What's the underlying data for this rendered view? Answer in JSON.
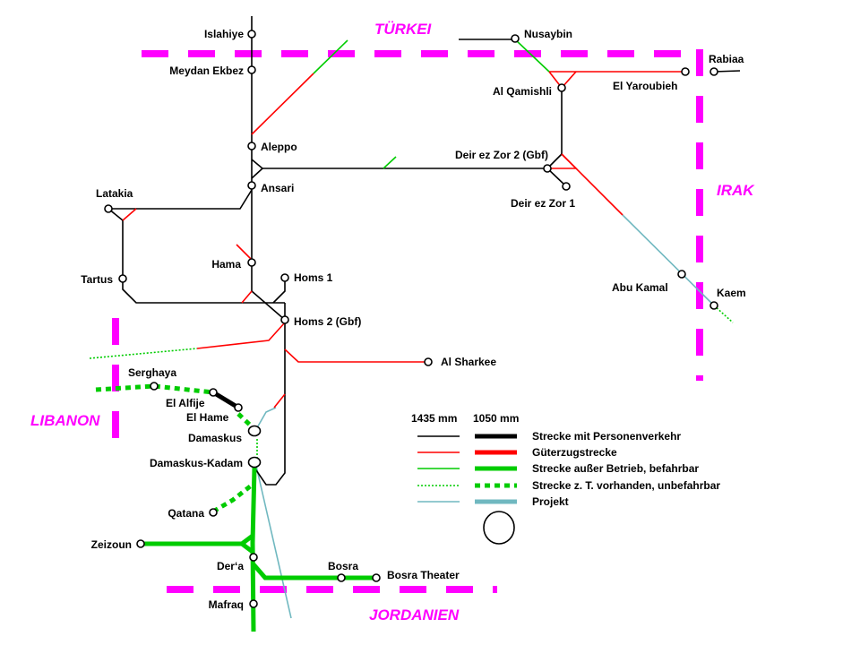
{
  "colors": {
    "border": "#ff00ff",
    "passenger": "#000000",
    "freight": "#ff0000",
    "out_of_service": "#00cc00",
    "project": "#70b8c0",
    "country_label": "#ff00ff"
  },
  "countries": {
    "turkey": "TÜRKEI",
    "iraq": "IRAK",
    "lebanon": "LIBANON",
    "jordan": "JORDANIEN"
  },
  "stations": {
    "islahiye": "Islahiye",
    "meydan_ekbez": "Meydan Ekbez",
    "aleppo": "Aleppo",
    "ansari": "Ansari",
    "latakia": "Latakia",
    "tartus": "Tartus",
    "hama": "Hama",
    "homs1": "Homs 1",
    "homs2": "Homs 2 (Gbf)",
    "al_sharkee": "Al Sharkee",
    "nusaybin": "Nusaybin",
    "al_qamishli": "Al Qamishli",
    "el_yaroubieh": "El Yaroubieh",
    "rabiaa": "Rabiaa",
    "deir_ez_zor2": "Deir ez Zor 2 (Gbf)",
    "deir_ez_zor1": "Deir ez Zor 1",
    "abu_kamal": "Abu Kamal",
    "kaem": "Kaem",
    "serghaya": "Serghaya",
    "el_alfije": "El Alfije",
    "el_hame": "El Hame",
    "damaskus": "Damaskus",
    "damaskus_kadam": "Damaskus-Kadam",
    "qatana": "Qatana",
    "zeizoun": "Zeizoun",
    "deraa": "Der‘a",
    "bosra": "Bosra",
    "bosra_theater": "Bosra Theater",
    "mafraq": "Mafraq"
  },
  "legend": {
    "gauge_standard": "1435 mm",
    "gauge_narrow": "1050 mm",
    "items": [
      {
        "label": "Strecke mit Personenverkehr",
        "color": "#000000",
        "style": "solid"
      },
      {
        "label": "Güterzugstrecke",
        "color": "#ff0000",
        "style": "solid"
      },
      {
        "label": "Strecke außer Betrieb, befahrbar",
        "color": "#00cc00",
        "style": "solid"
      },
      {
        "label": "Strecke z. T. vorhanden, unbefahrbar",
        "color": "#00cc00",
        "style": "dotted"
      },
      {
        "label": "Projekt",
        "color": "#70b8c0",
        "style": "solid"
      }
    ]
  }
}
